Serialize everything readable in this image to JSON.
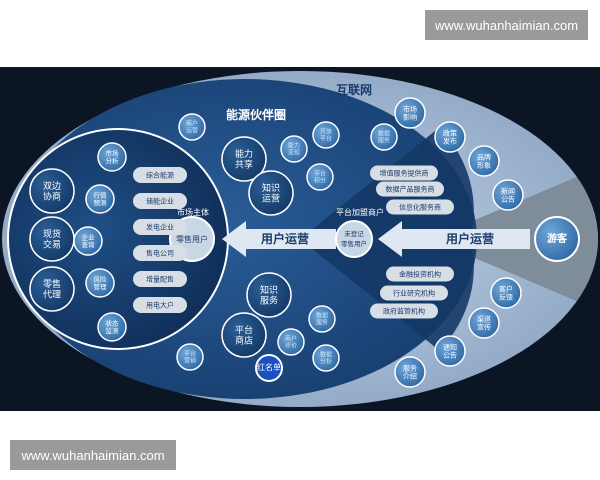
{
  "watermarks": {
    "top": "www.wuhanhaimian.com",
    "bottom": "www.wuhanhaimian.com"
  },
  "regions": {
    "internet": "互联网",
    "energy_circle": "能源伙伴圈",
    "market_subject": "市场主体",
    "platform_merchant": "平台加盟商户",
    "guest": "游客",
    "user_ops_left": "用户运营",
    "user_ops_right": "用户运营",
    "retail_user": "零售用户",
    "unregistered_merchant": "未登记零售用户"
  },
  "left_core": {
    "services": [
      "双边协商",
      "现货交易",
      "零售代理"
    ],
    "small_nodes": [
      "市场分析",
      "行情预测",
      "企业查询",
      "风险管理",
      "状态监测"
    ],
    "enterprises": [
      "综合能源",
      "储能企业",
      "发电企业",
      "售电公司",
      "增量配售",
      "用电大户"
    ]
  },
  "middle": {
    "large_nodes": [
      "能力共享",
      "知识运营",
      "知识服务",
      "平台商店"
    ],
    "small_nodes": [
      "商户运营",
      "能力变现",
      "开放平台",
      "平台积分",
      "数据服务",
      "平台营销",
      "商户评价",
      "数据分析",
      "数据服务"
    ],
    "red_node": "红名单"
  },
  "right_platform": {
    "merchants": [
      "增值服务提供商",
      "数据产品服务商",
      "信息化服务商",
      "金融投资机构",
      "行业研究机构",
      "政府监管机构"
    ]
  },
  "outer_ring": {
    "nodes": [
      "市场影响",
      "政策发布",
      "品牌形象",
      "新闻公告",
      "客户反馈",
      "渠道宣传",
      "通知公告",
      "服务介绍"
    ]
  },
  "colors": {
    "background": "#0b1524",
    "outer_ellipse": "#8ea7c4",
    "energy_ellipse": "#1f4d86",
    "core_ellipse": "#17416f",
    "guest_band": "#7f8d9b",
    "arrow": "#dfe8f2",
    "pill": "#d8dee6",
    "node": "#4a86be",
    "red_node": "#1b4fc2"
  }
}
